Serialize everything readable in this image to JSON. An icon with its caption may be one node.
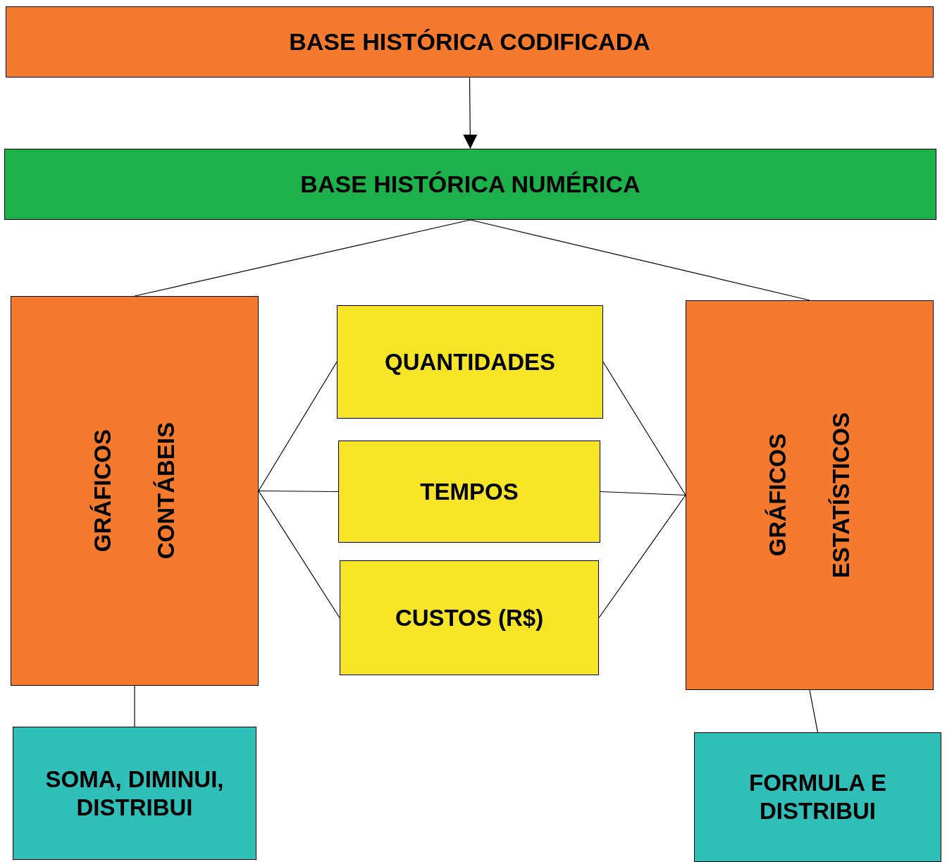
{
  "diagram": {
    "nodes": [
      {
        "text": [
          "BASE HISTÓRICA CODIFICADA"
        ]
      },
      {
        "text": [
          "BASE HISTÓRICA NUMÉRICA"
        ]
      },
      {
        "text": [
          "GRÁFICOS",
          "CONTÁBEIS"
        ]
      },
      {
        "text": [
          "QUANTIDADES"
        ]
      },
      {
        "text": [
          "TEMPOS"
        ]
      },
      {
        "text": [
          "CUSTOS (R$)"
        ]
      },
      {
        "text": [
          "GRÁFICOS",
          "ESTATÍSTICOS"
        ]
      },
      {
        "text": [
          "SOMA, DIMINUI, DISTRIBUI"
        ]
      },
      {
        "text": [
          "FORMULA E DISTRIBUI"
        ]
      }
    ],
    "edges": [
      {
        "from": 0,
        "to": 1,
        "arrow": "to"
      },
      {
        "from": 1,
        "to": 2,
        "arrow": "none"
      },
      {
        "from": 1,
        "to": 6,
        "arrow": "none"
      },
      {
        "from": 2,
        "to": 3,
        "arrow": "none"
      },
      {
        "from": 2,
        "to": 4,
        "arrow": "none"
      },
      {
        "from": 2,
        "to": 5,
        "arrow": "none"
      },
      {
        "from": 3,
        "to": 6,
        "arrow": "none"
      },
      {
        "from": 4,
        "to": 6,
        "arrow": "none"
      },
      {
        "from": 5,
        "to": 6,
        "arrow": "none"
      },
      {
        "from": 2,
        "to": 7,
        "arrow": "none"
      },
      {
        "from": 6,
        "to": 8,
        "arrow": "none"
      }
    ]
  }
}
